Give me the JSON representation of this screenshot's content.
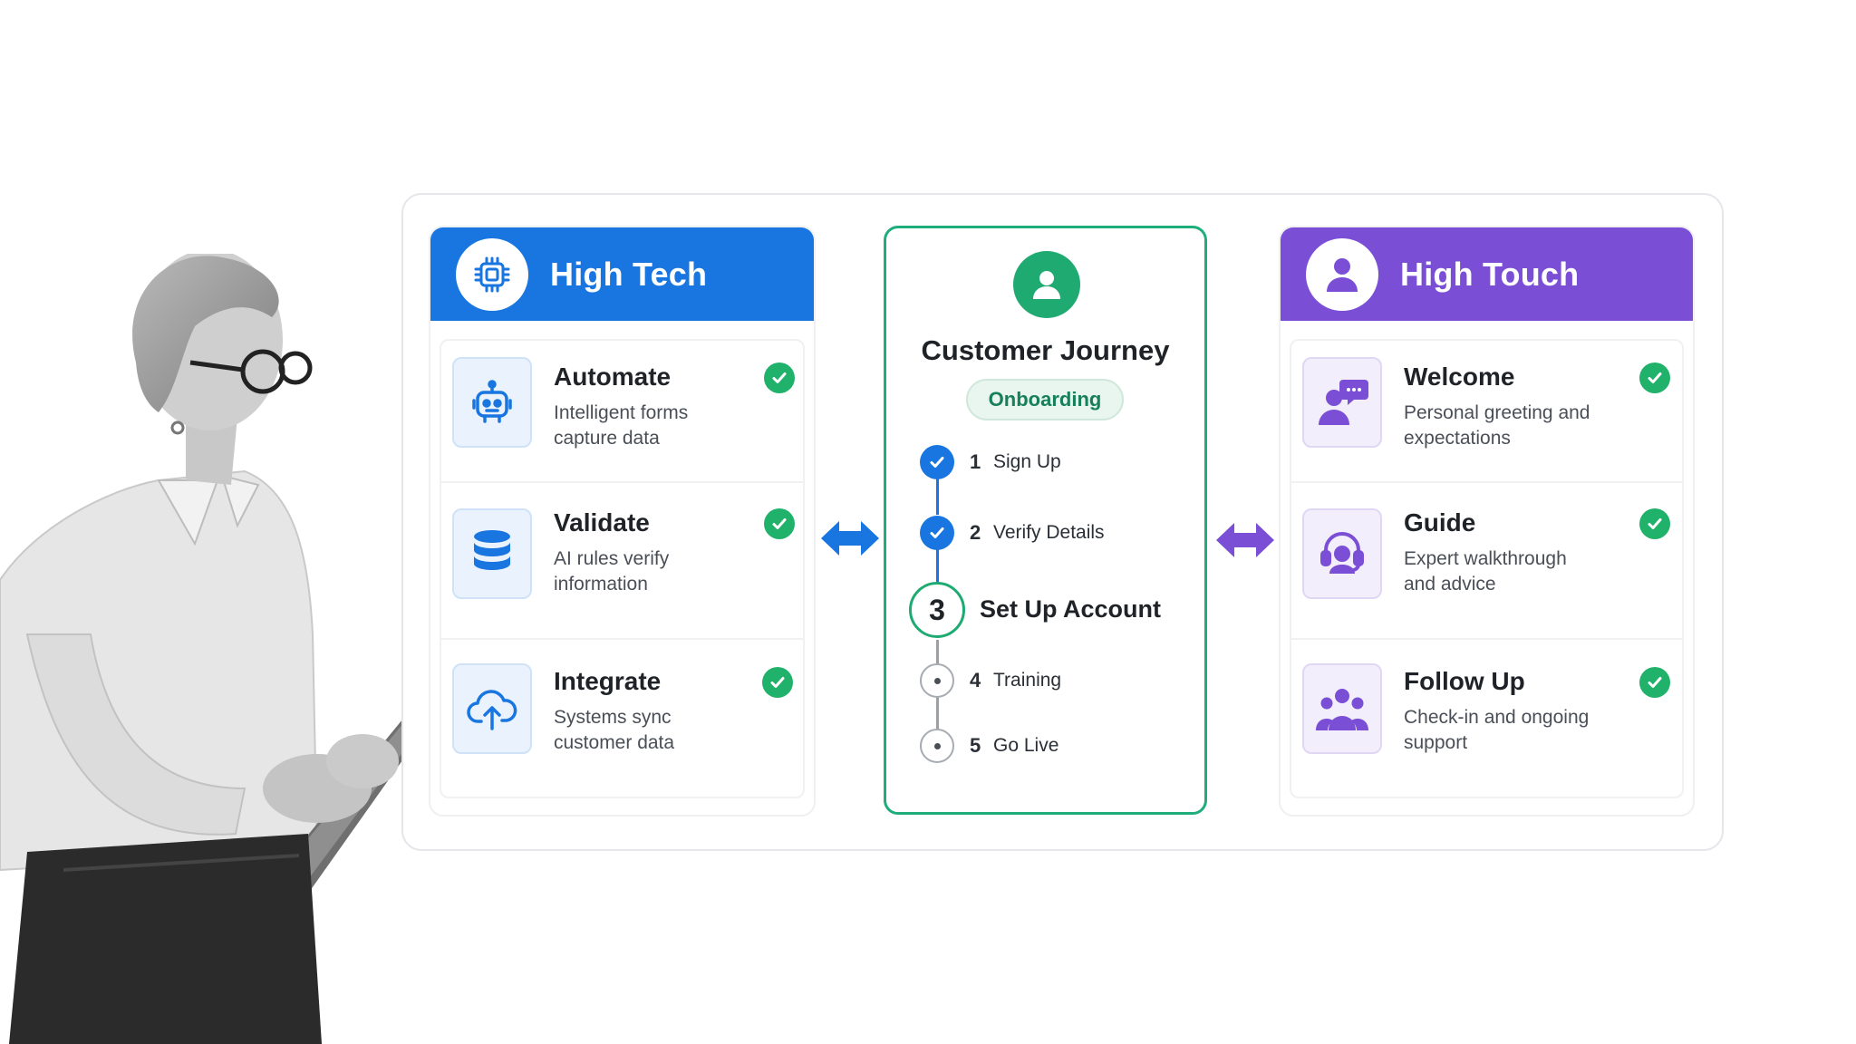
{
  "high_tech": {
    "title": "High Tech",
    "color": "#1976e0",
    "icon": "chip-icon",
    "items": [
      {
        "title": "Automate",
        "desc": "Intelligent forms capture data",
        "icon": "robot-icon"
      },
      {
        "title": "Validate",
        "desc": "AI rules verify information",
        "icon": "database-icon"
      },
      {
        "title": "Integrate",
        "desc": "Systems sync customer data",
        "icon": "cloud-upload-icon"
      }
    ]
  },
  "journey": {
    "title": "Customer Journey",
    "badge": "Onboarding",
    "accent": "#1faa72",
    "steps": [
      {
        "num": "1",
        "label": "Sign Up",
        "state": "done"
      },
      {
        "num": "2",
        "label": "Verify Details",
        "state": "done"
      },
      {
        "num": "3",
        "label": "Set Up Account",
        "state": "current"
      },
      {
        "num": "4",
        "label": "Training",
        "state": "todo"
      },
      {
        "num": "5",
        "label": "Go Live",
        "state": "todo"
      }
    ]
  },
  "high_touch": {
    "title": "High Touch",
    "color": "#7a4fd6",
    "icon": "user-icon",
    "items": [
      {
        "title": "Welcome",
        "desc": "Personal greeting and expectations",
        "icon": "chat-user-icon"
      },
      {
        "title": "Guide",
        "desc": "Expert walkthrough and advice",
        "icon": "headset-icon"
      },
      {
        "title": "Follow Up",
        "desc": "Check-in and ongoing support",
        "icon": "group-icon"
      }
    ]
  }
}
